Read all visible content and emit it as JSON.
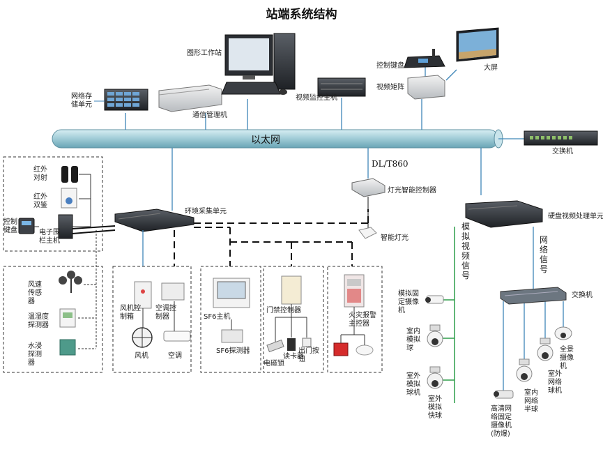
{
  "title": "站端系统结构",
  "bus": {
    "label": "以太网",
    "protocol_label": "DL/T860"
  },
  "devices": {
    "graphics_workstation": "图形工作站",
    "network_storage": "网络存储单元",
    "comm_manager": "通信管理机",
    "video_control_host": "视频监控主机",
    "control_keyboard": "控制键盘",
    "video_matrix": "视频矩阵",
    "big_screen": "大屏",
    "switch_top": "交换机",
    "ir_beam": "红外对射",
    "ir_dual": "红外双鉴",
    "control_keyboard_left": "控制键盘",
    "e_fence_host": "电子围栏主机",
    "env_collect": "环境采集单元",
    "light_controller": "灯光智能控制器",
    "emergency_light": "智能灯光",
    "nvr": "硬盘视频处理单元",
    "analog_video_signal": "模拟视频信号",
    "network_signal": "网络信号",
    "switch_right": "交换机",
    "wind_sensor": "风速传感器",
    "temp_humidity": "温湿度探测器",
    "water_sensor": "水浸探测器",
    "fan_control": "风机控制箱",
    "ac_control": "空调控制器",
    "fan": "风机",
    "ac": "空调",
    "sf6_host": "SF6主机",
    "sf6_sensor": "SF6探测器",
    "door_control": "门禁控制器",
    "electric_lock": "电磁锁",
    "card_reader": "读卡器",
    "exit_button": "出门按钮",
    "fire_controller": "火灾报警主控器",
    "indoor_dome_analog": "室内模拟球",
    "analog_fixed_camera": "模拟固定摄像机",
    "outdoor_analog_dome": "室外模拟球机",
    "outdoor_analog_fast": "室外模拟快球",
    "hd_fixed_cam": "高清网络固定摄像机(防爆)",
    "indoor_network_dome": "室内网络半球",
    "outdoor_network_dome": "室外网络球机",
    "panoramic_cam": "全景摄像机"
  }
}
